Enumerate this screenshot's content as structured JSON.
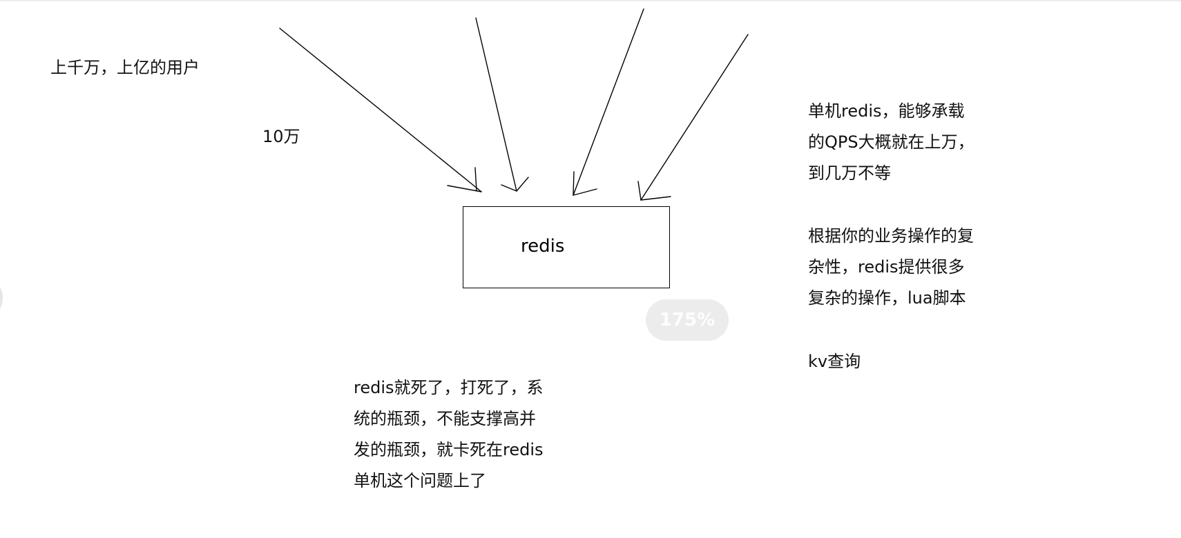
{
  "diagram": {
    "users_label": "上千万，上亿的用户",
    "qps_label": "10万",
    "node_label": "redis",
    "right_note_1": [
      "单机redis，能够承载",
      "的QPS大概就在上万，",
      "到几万不等"
    ],
    "right_note_2": [
      "根据你的业务操作的复",
      "杂性，redis提供很多",
      "复杂的操作，lua脚本"
    ],
    "right_note_3": "kv查询",
    "bottom_note": [
      "redis就死了，打死了，系",
      "统的瓶颈，不能支撑高并",
      "发的瓶颈，就卡死在redis",
      "单机这个问题上了"
    ]
  },
  "viewer": {
    "zoom_level": "175%"
  },
  "colors": {
    "ink": "#000000",
    "badge": "#c8c8c8"
  }
}
